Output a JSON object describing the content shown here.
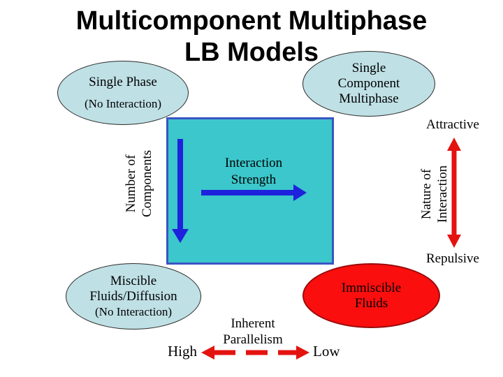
{
  "title": {
    "line1": "Multicomponent Multiphase",
    "line2": "LB Models"
  },
  "bubbles": {
    "single_phase": {
      "line1": "Single Phase",
      "line2": "(No Interaction)"
    },
    "single_component": {
      "line1": "Single",
      "line2": "Component",
      "line3": "Multiphase"
    },
    "miscible": {
      "line1": "Miscible",
      "line2": "Fluids/Diffusion",
      "line3": "(No Interaction)"
    },
    "immiscible": {
      "line1": "Immiscible",
      "line2": "Fluids"
    }
  },
  "matrix": {
    "label_line1": "Interaction",
    "label_line2": "Strength"
  },
  "axes": {
    "components_line1": "Number of",
    "components_line2": "Components",
    "nature_line1": "Nature of",
    "nature_line2": "Interaction",
    "attractive": "Attractive",
    "repulsive": "Repulsive",
    "parallelism_line1": "Inherent",
    "parallelism_line2": "Parallelism",
    "high": "High",
    "low": "Low"
  },
  "colors": {
    "square_fill": "#3bc7cb",
    "square_border": "#3a55c2",
    "ellipse_fill": "#bfe0e5",
    "ellipse_border": "#2a2a2a",
    "red_ellipse_fill": "#fb0e0e",
    "red_ellipse_border": "#9a0b0b",
    "blue_arrow": "#1e22dc",
    "red_arrow": "#e41310",
    "text_color": "#000000"
  }
}
